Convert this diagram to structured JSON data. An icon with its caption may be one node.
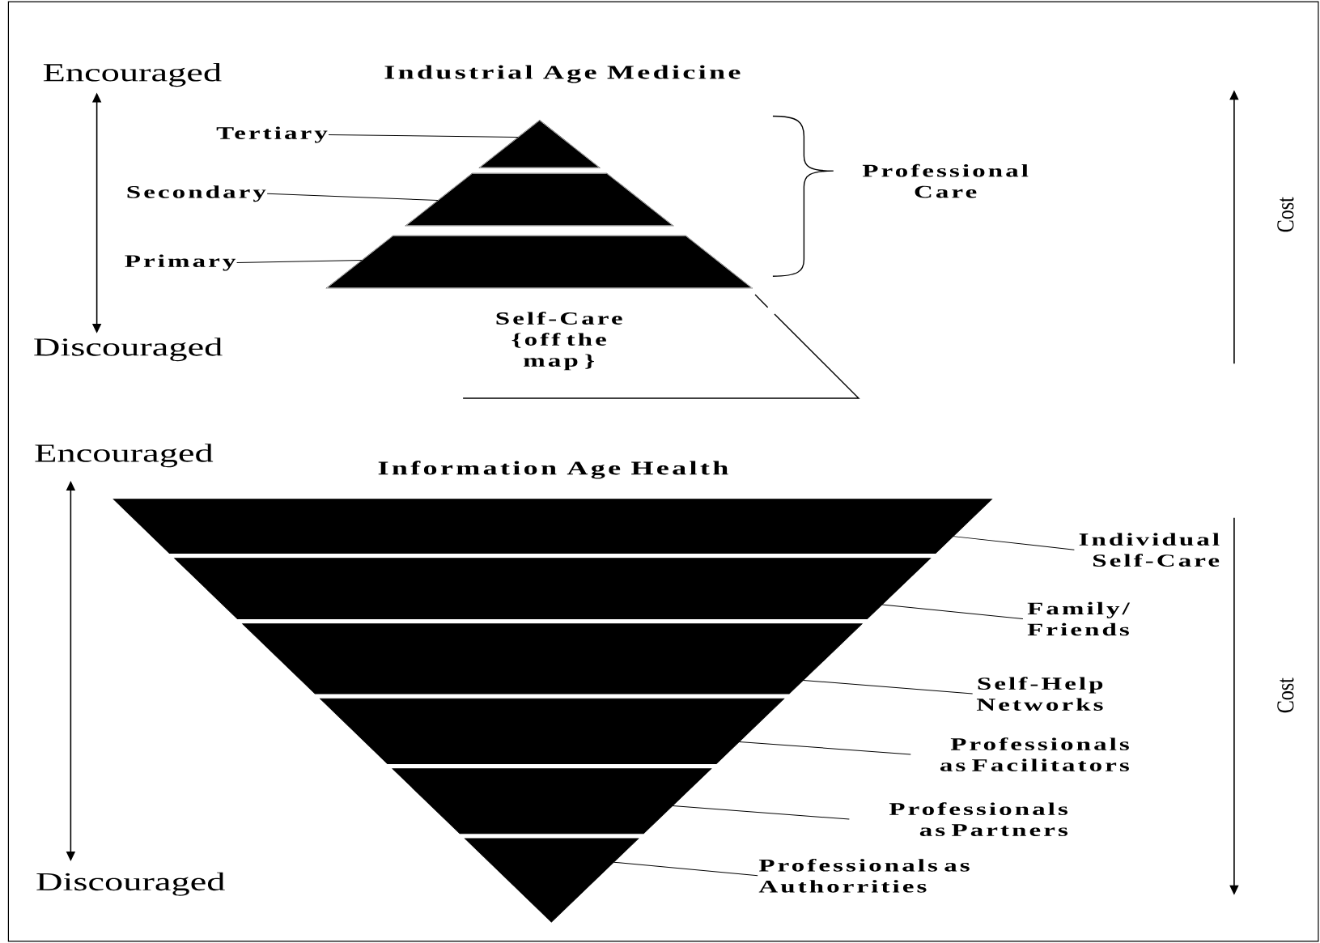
{
  "diagram": {
    "nodes": [
      {
        "text": [
          "Tertiary"
        ]
      },
      {
        "text": [],
        "shape": "triangle"
      },
      {
        "text": [
          "Secondary"
        ]
      },
      {
        "text": [],
        "shape": "trapezoid"
      },
      {
        "text": [
          "Primary"
        ]
      },
      {
        "text": [],
        "shape": "trapezoid"
      },
      {
        "text": [
          "Self-Care {off the map }"
        ]
      },
      {
        "text": [],
        "shape": "trapezoid"
      },
      {
        "text": [
          "Individual Self-Care"
        ]
      },
      {
        "text": [],
        "shape": "trapezoid"
      },
      {
        "text": [
          "Family/ Friends"
        ]
      },
      {
        "text": [],
        "shape": "trapezoid"
      },
      {
        "text": [
          "Self-Help Networks"
        ]
      },
      {
        "text": [],
        "shape": "trapezoid"
      },
      {
        "text": [
          "Professionals as Facilitators"
        ]
      },
      {
        "text": [],
        "shape": "trapezoid"
      },
      {
        "text": [
          "Professionals as Partners"
        ]
      },
      {
        "text": [],
        "shape": "triangle"
      },
      {
        "text": [
          "Professionals as Authorrities"
        ]
      }
    ],
    "edges": [
      {
        "from": 0,
        "to": 1,
        "arrow": "none"
      },
      {
        "from": 2,
        "to": 3,
        "arrow": "none"
      },
      {
        "from": 4,
        "to": 5,
        "arrow": "none"
      },
      {
        "from": 8,
        "to": 7,
        "arrow": "none"
      },
      {
        "from": 10,
        "to": 9,
        "arrow": "none"
      },
      {
        "from": 12,
        "to": 11,
        "arrow": "none"
      },
      {
        "from": 14,
        "to": 13,
        "arrow": "none"
      },
      {
        "from": 16,
        "to": 15,
        "arrow": "none"
      },
      {
        "from": 18,
        "to": 17,
        "arrow": "none"
      }
    ],
    "labels": [
      "Encouraged",
      "Industrial Age Medicine",
      "Professional Care",
      "Cost",
      "Discouraged",
      "Encouraged",
      "Information Age Health",
      "Cost",
      "Discouraged"
    ]
  }
}
